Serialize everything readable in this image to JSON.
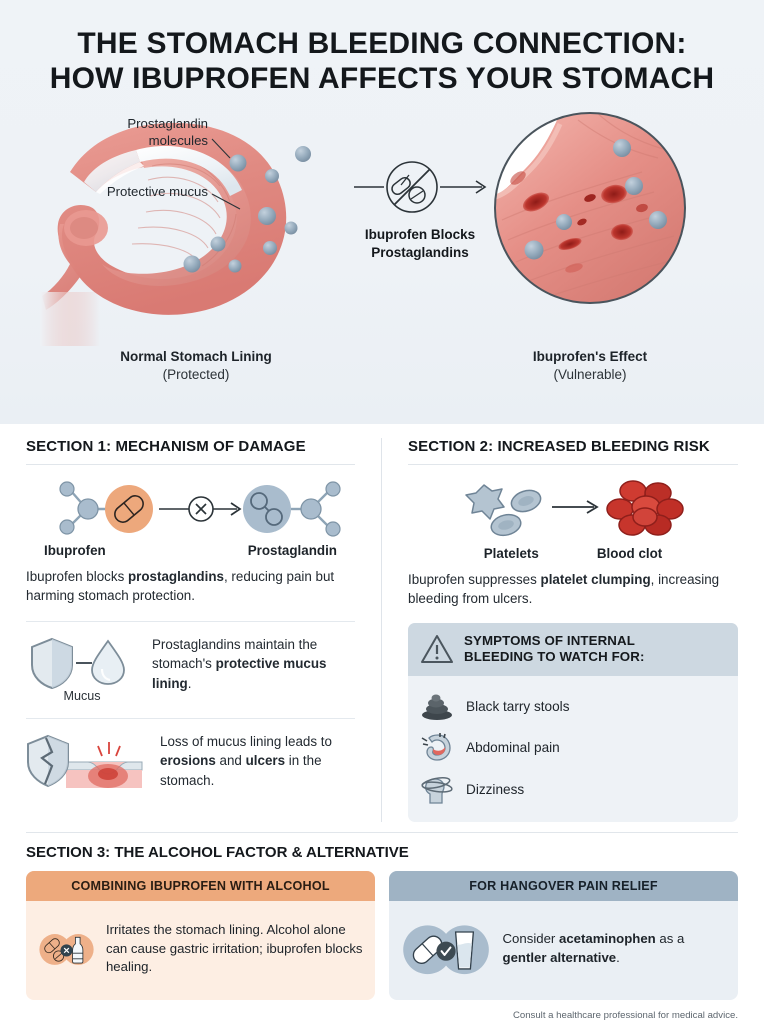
{
  "header": {
    "title_line1": "THE STOMACH BLEEDING CONNECTION:",
    "title_line2": "HOW IBUPROFEN AFFECTS YOUR STOMACH"
  },
  "hero": {
    "label_prostaglandin": "Prostaglandin molecules",
    "label_mucus": "Protective mucus",
    "left_caption": "Normal Stomach Lining",
    "left_caption_sub": "(Protected)",
    "center_caption_line1": "Ibuprofen Blocks",
    "center_caption_line2": "Prostaglandins",
    "right_caption": "Ibuprofen's Effect",
    "right_caption_sub": "(Vulnerable)",
    "icons": {
      "blocked_pill": "blocked-pill-icon",
      "arrow": "arrow-right-icon"
    }
  },
  "section1": {
    "heading": "SECTION 1: MECHANISM OF DAMAGE",
    "mech_label_left": "Ibuprofen",
    "mech_label_right": "Prostaglandin",
    "mech_text_a": "Ibuprofen blocks ",
    "mech_text_b": "prostaglandins",
    "mech_text_c": ", reducing pain but harming stomach protection.",
    "mucus_label": "Mucus",
    "mucus_text_a": "Prostaglandins maintain the stomach's ",
    "mucus_text_b": "protective mucus lining",
    "mucus_text_c": ".",
    "erosion_text_a": "Loss of mucus lining leads to ",
    "erosion_text_b": "erosions",
    "erosion_text_c": " and ",
    "erosion_text_d": "ulcers",
    "erosion_text_e": " in the stomach."
  },
  "section2": {
    "heading": "SECTION 2: INCREASED BLEEDING RISK",
    "cells_label_left": "Platelets",
    "cells_label_right": "Blood clot",
    "cells_text_a": "Ibuprofen suppresses ",
    "cells_text_b": "platelet clumping",
    "cells_text_c": ", increasing bleeding from ulcers.",
    "symptoms_title_line1": "SYMPTOMS OF INTERNAL",
    "symptoms_title_line2": "BLEEDING TO WATCH FOR:",
    "symptoms": [
      {
        "label": "Black tarry stools",
        "icon": "stool-icon"
      },
      {
        "label": "Abdominal pain",
        "icon": "stomach-pain-icon"
      },
      {
        "label": "Dizziness",
        "icon": "dizzy-head-icon"
      }
    ]
  },
  "section3": {
    "heading": "SECTION 3: THE ALCOHOL FACTOR & ALTERNATIVE",
    "card_alcohol": {
      "title": "COMBINING IBUPROFEN WITH ALCOHOL",
      "text": "Irritates the stomach lining. Alcohol alone can cause gastric irritation; ibuprofen blocks healing.",
      "badge": "x-badge-icon"
    },
    "card_alternative": {
      "title": "FOR HANGOVER PAIN RELIEF",
      "text_a": "Consider ",
      "text_b": "acetaminophen",
      "text_c": " as a ",
      "text_d": "gentler alternative",
      "text_e": ".",
      "badge": "check-badge-icon"
    }
  },
  "footer": {
    "disclaimer": "Consult a healthcare professional for medical advice."
  },
  "colors": {
    "hero_bg": "#eef2f6",
    "accent_orange": "#eda97c",
    "accent_blue_gray": "#9fb3c4",
    "molecule_blue": "#a9bccd",
    "tissue_red": "#d96a62",
    "clot_red": "#c0302b",
    "text_dark": "#14181c"
  }
}
